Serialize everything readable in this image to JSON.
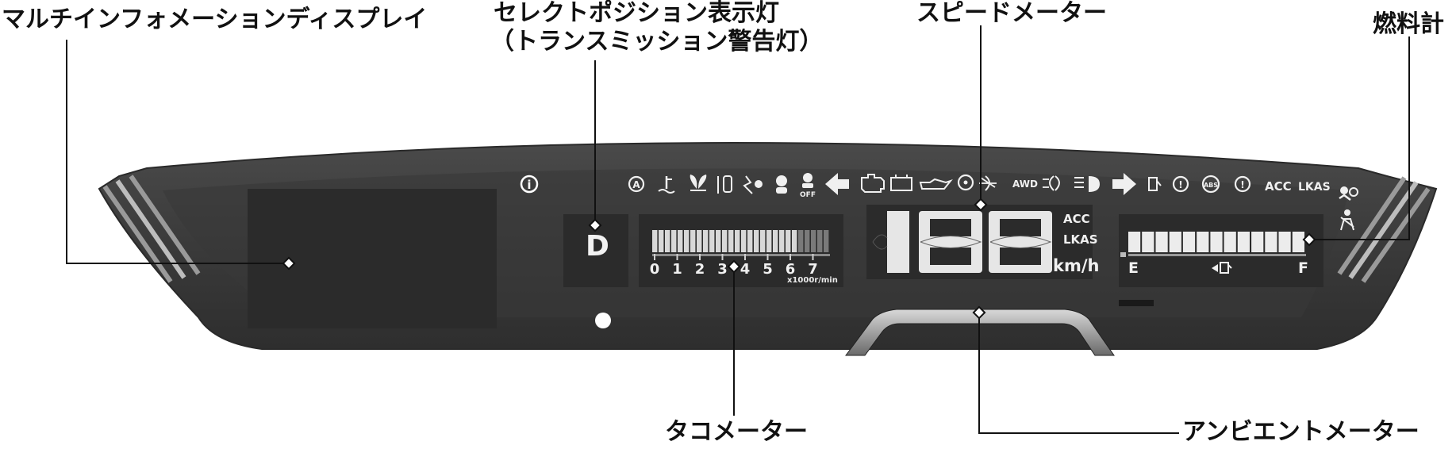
{
  "callouts": {
    "multi_info_display": "マルチインフォメーションディスプレイ",
    "select_position_line1": "セレクトポジション表示灯",
    "select_position_line2": "（トランスミッション警告灯）",
    "speedometer": "スピードメーター",
    "fuel_gauge": "燃料計",
    "tachometer": "タコメーター",
    "ambient_meter": "アンビエントメーター"
  },
  "cluster": {
    "gear": "D",
    "tach_ticks": [
      "0",
      "1",
      "2",
      "3",
      "4",
      "5",
      "6",
      "7"
    ],
    "tach_unit": "x1000r/min",
    "speed_digits": "188",
    "speed_unit": "km/h",
    "acc_label": "ACC",
    "lkas_label": "LKAS",
    "fuel_empty": "E",
    "fuel_full": "F",
    "awd_label": "AWD",
    "off_label": "OFF",
    "abs_label": "ABS",
    "info_symbol": "i",
    "auto_symbol": "A"
  },
  "fuel_level": 1.0,
  "tach_level": 0.82
}
